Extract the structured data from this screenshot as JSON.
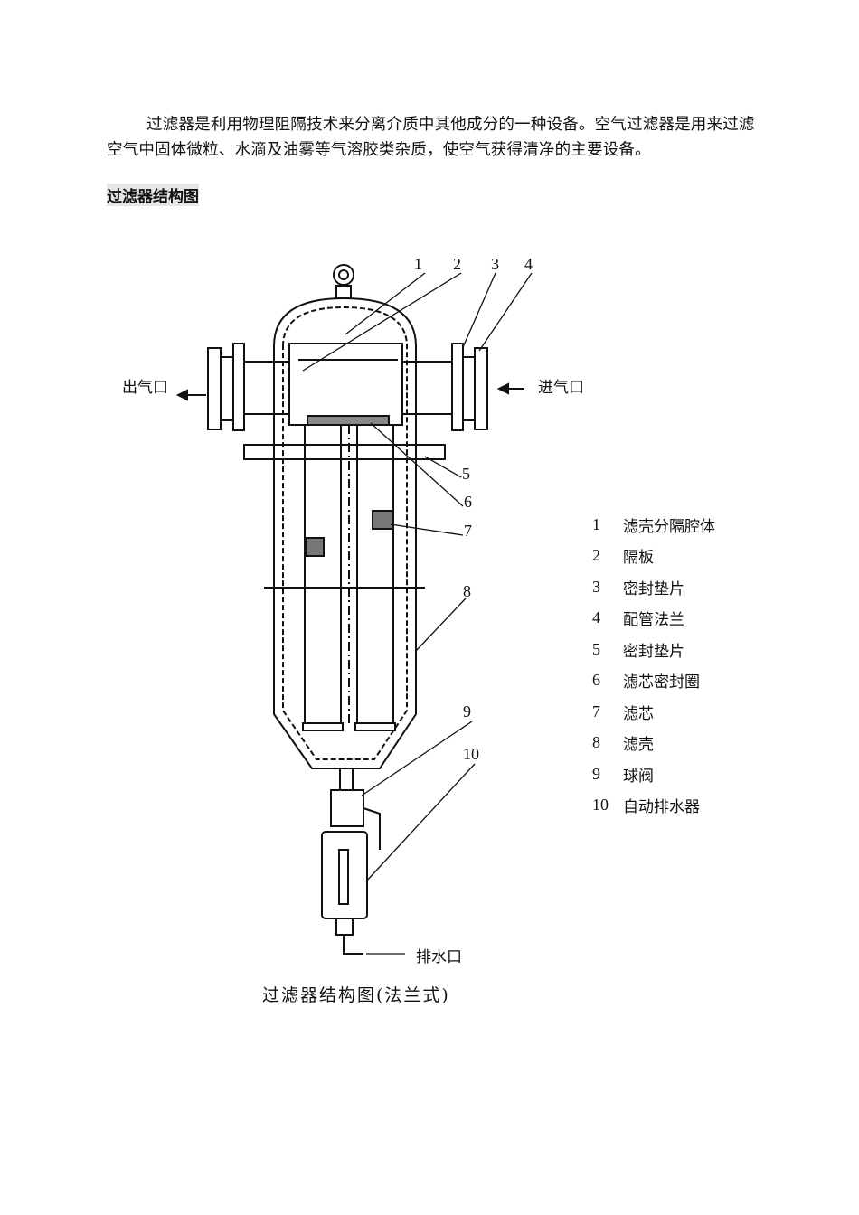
{
  "intro_text": "过滤器是利用物理阻隔技术来分离介质中其他成分的一种设备。空气过滤器是用来过滤空气中固体微粒、水滴及油雾等气溶胶类杂质，使空气获得清净的主要设备。",
  "section_heading": "过滤器结构图",
  "diagram": {
    "outlet_label": "出气口",
    "inlet_label": "进气口",
    "drain_label": "排水口",
    "caption": "过滤器结构图(法兰式)",
    "callouts": [
      "1",
      "2",
      "3",
      "4",
      "5",
      "6",
      "7",
      "8",
      "9",
      "10"
    ]
  },
  "legend": [
    {
      "num": "1",
      "label": "滤壳分隔腔体"
    },
    {
      "num": "2",
      "label": "隔板"
    },
    {
      "num": "3",
      "label": "密封垫片"
    },
    {
      "num": "4",
      "label": "配管法兰"
    },
    {
      "num": "5",
      "label": "密封垫片"
    },
    {
      "num": "6",
      "label": "滤芯密封圈"
    },
    {
      "num": "7",
      "label": "滤芯"
    },
    {
      "num": "8",
      "label": "滤壳"
    },
    {
      "num": "9",
      "label": "球阀"
    },
    {
      "num": "10",
      "label": "自动排水器"
    }
  ]
}
